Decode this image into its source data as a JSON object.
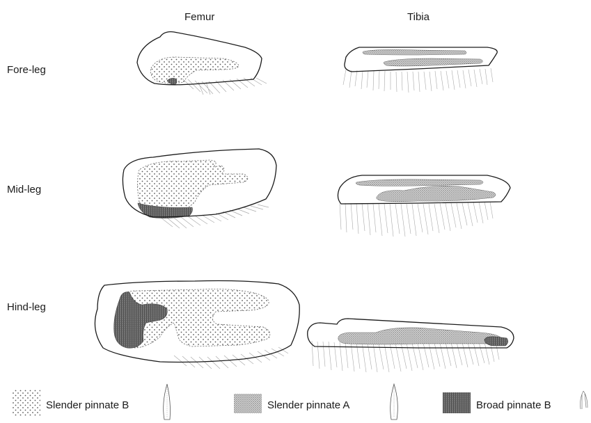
{
  "columns": {
    "femur": "Femur",
    "tibia": "Tibia"
  },
  "rows": {
    "fore": "Fore-leg",
    "mid": "Mid-leg",
    "hind": "Hind-leg"
  },
  "legend": {
    "slender_b": "Slender pinnate B",
    "slender_a": "Slender pinnate A",
    "broad_b": "Broad pinnate B"
  },
  "colors": {
    "ink": "#1a1a1a",
    "dots": "#555555",
    "dense": "#777777",
    "dark": "#444444",
    "hair": "#9a9a9a"
  }
}
